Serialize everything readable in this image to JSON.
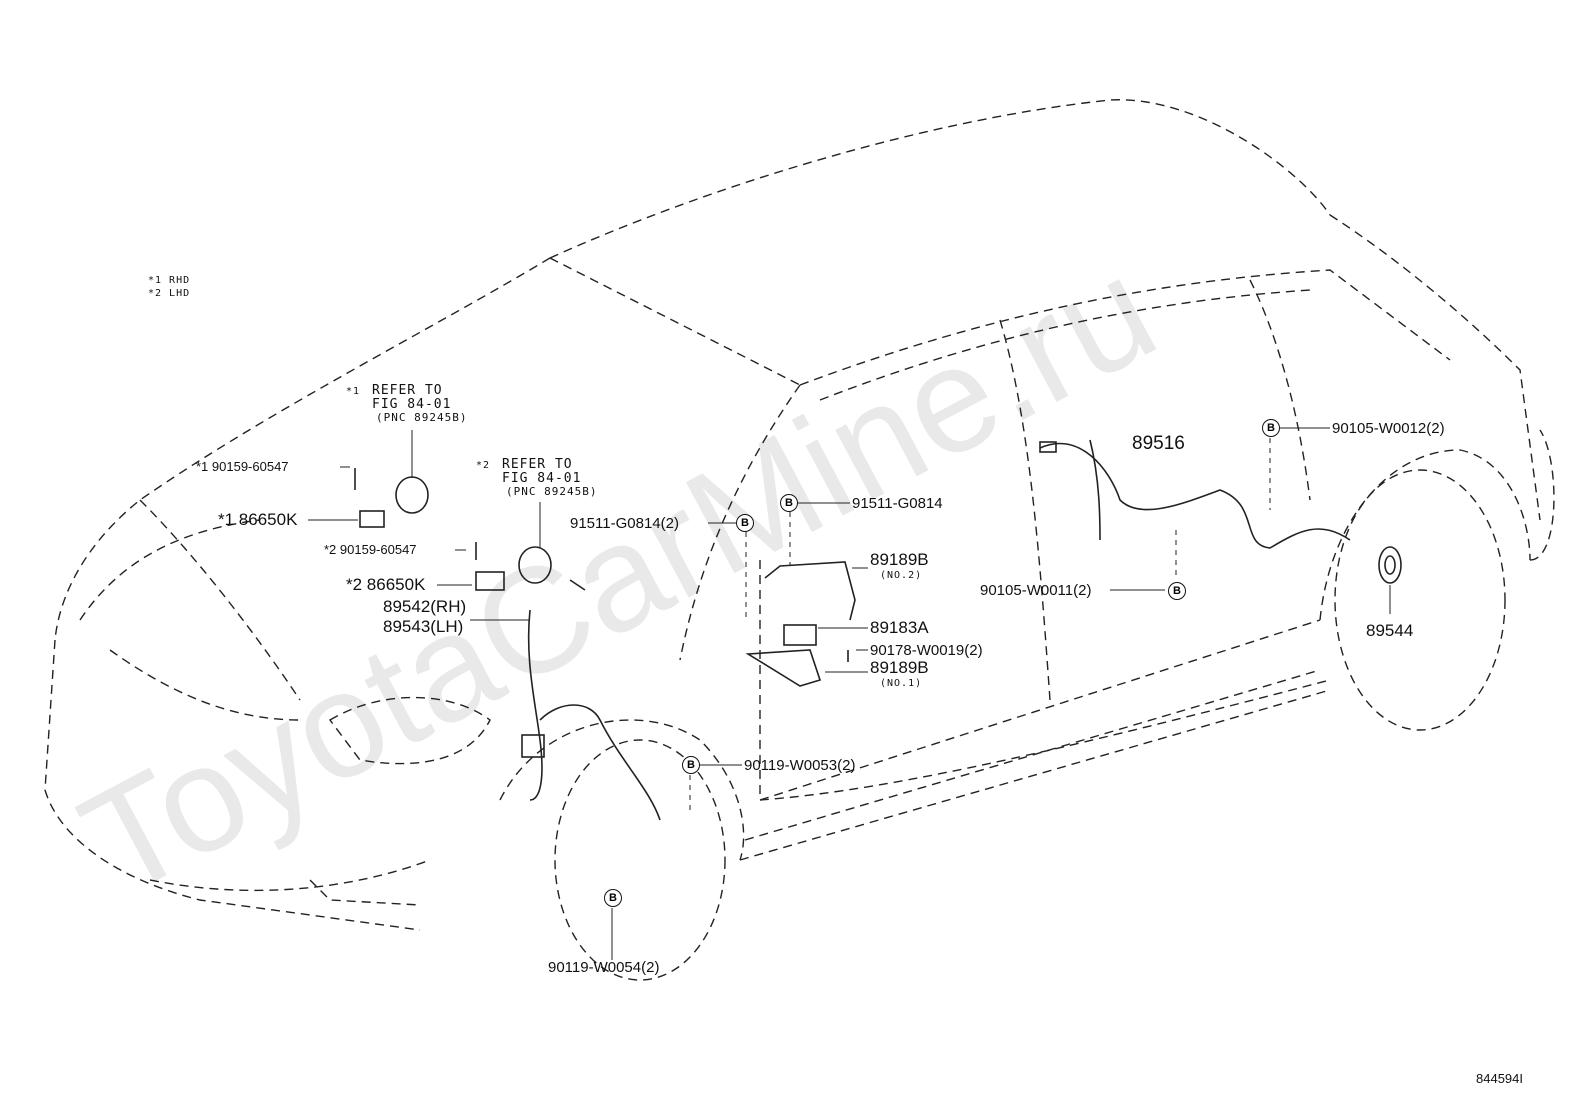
{
  "watermark": "ToyotaCarMine.ru",
  "legend": {
    "rhd": "*1 RHD",
    "lhd": "*2 LHD"
  },
  "refer1": {
    "mark": "*1",
    "line1": "REFER TO",
    "line2": "FIG 84-01",
    "line3": "(PNC 89245B)"
  },
  "refer2": {
    "mark": "*2",
    "line1": "REFER TO",
    "line2": "FIG 84-01",
    "line3": "(PNC 89245B)"
  },
  "parts": {
    "p_90159_60547_1": "*1 90159-60547",
    "p_86650K_1": "*1 86650K",
    "p_90159_60547_2": "*2 90159-60547",
    "p_86650K_2": "*2 86650K",
    "p_89542": "89542(RH)",
    "p_89543": "89543(LH)",
    "p_91511_G0814_2": "91511-G0814(2)",
    "p_91511_G0814": "91511-G0814",
    "p_89189B_no2": "89189B",
    "p_no2": "(NO.2)",
    "p_89183A": "89183A",
    "p_90178_W0019": "90178-W0019(2)",
    "p_89189B_no1": "89189B",
    "p_no1": "(NO.1)",
    "p_89516": "89516",
    "p_90105_W0012": "90105-W0012(2)",
    "p_90105_W0011": "90105-W0011(2)",
    "p_89544": "89544",
    "p_90119_W0053": "90119-W0053(2)",
    "p_90119_W0054": "90119-W0054(2)"
  },
  "bolt_mark": "B",
  "figure_id": "844594I"
}
